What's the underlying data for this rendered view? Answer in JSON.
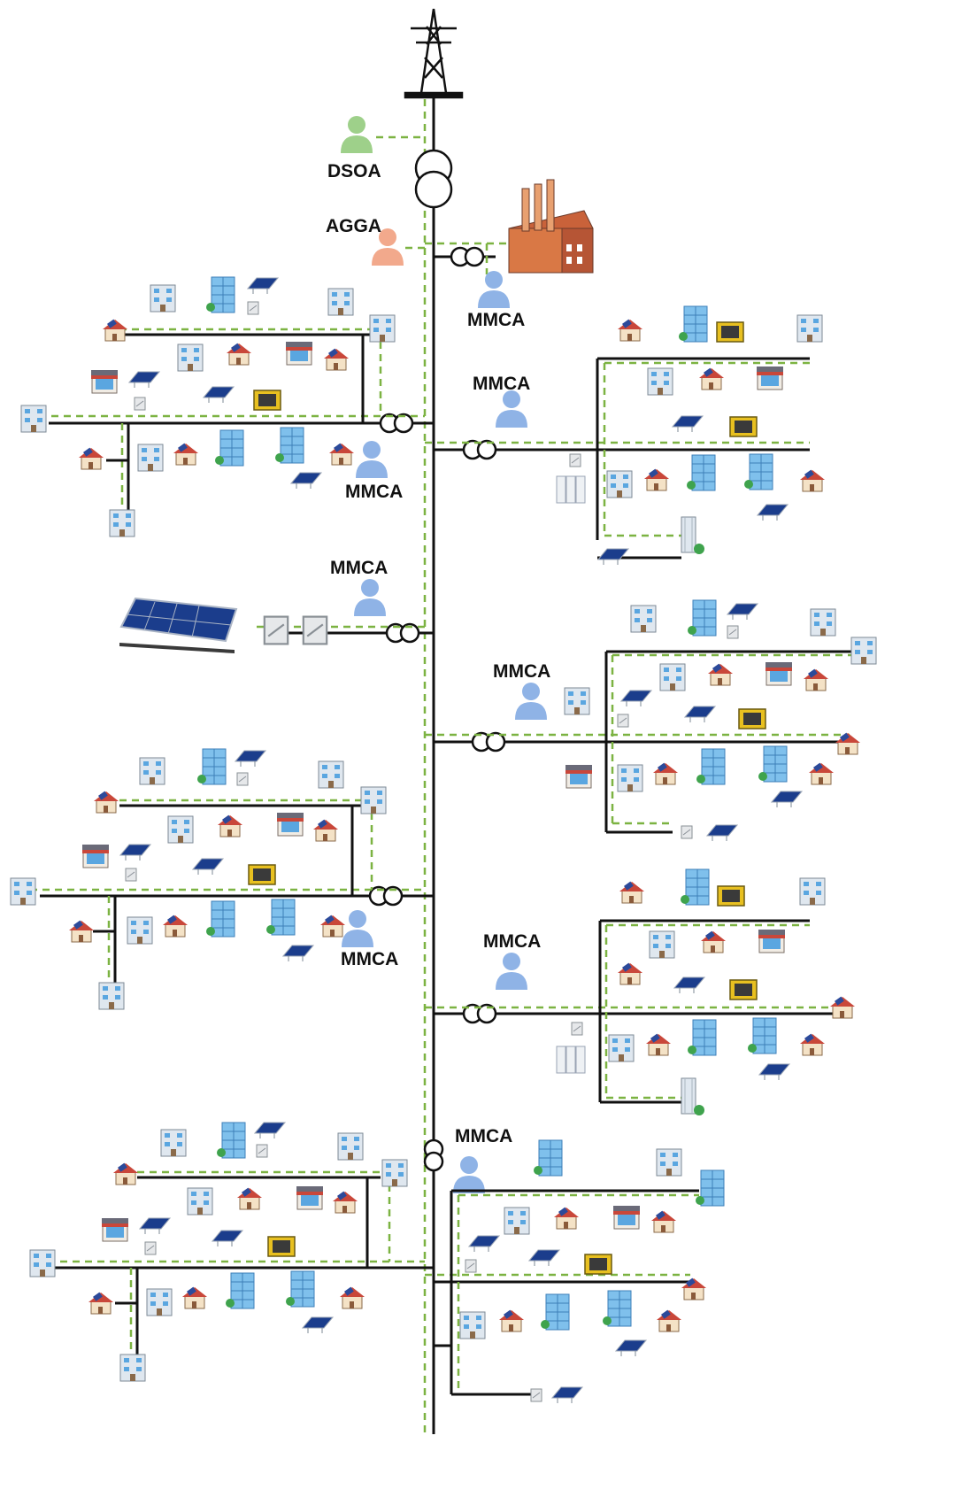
{
  "agents": {
    "dsoa": "DSOA",
    "agga": "AGGA",
    "mmca": "MMCA"
  },
  "icons": {
    "agent": "person-agent-icon",
    "tower": "transmission-tower-icon",
    "transformer": "transformer-icon",
    "factory": "factory-icon",
    "house": "house-icon",
    "apartment": "apartment-icon",
    "office": "office-building-icon",
    "shop": "shop-icon",
    "pv": "solar-panel-icon",
    "inverter": "inverter-icon",
    "generator": "generator-icon",
    "storage": "battery-storage-icon"
  },
  "colors": {
    "power_line": "#111111",
    "comm_line": "#7cb342",
    "agent_dsoa": "#9ed08a",
    "agent_agga": "#f2a98c",
    "agent_mmca": "#8fb3e6",
    "house_roof": "#c9473a",
    "building_glass": "#5aa6e0",
    "pv_panel": "#1b3d8c",
    "generator": "#e8c020"
  }
}
